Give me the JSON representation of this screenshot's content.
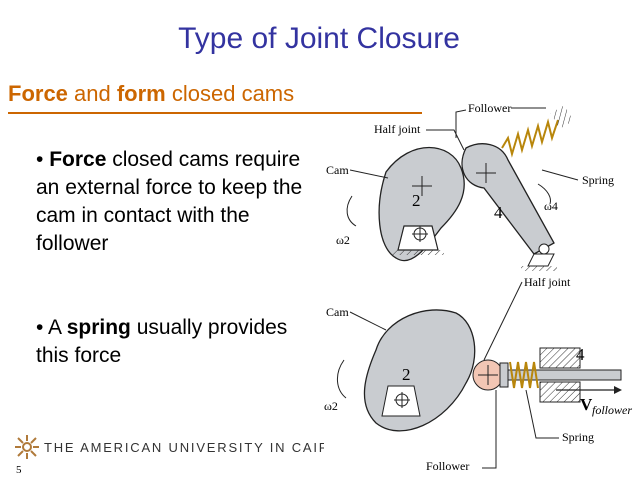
{
  "slide": {
    "title": "Type of Joint Closure",
    "subtitle_part1": "Force",
    "subtitle_part2": " and ",
    "subtitle_part3": "form",
    "subtitle_part4": " closed cams",
    "bullet1_prefix": "• ",
    "bullet1_bold": "Force",
    "bullet1_rest": " closed cams require an external force to keep the cam in contact with the follower",
    "bullet2_prefix": "• A ",
    "bullet2_bold": "spring",
    "bullet2_rest": " usually provides this force",
    "logo_text": "THE AMERICAN UNIVERSITY IN CAIRO",
    "slide_number": "5"
  },
  "figure_top": {
    "follower": "Follower",
    "half_joint": "Half joint",
    "cam": "Cam",
    "spring": "Spring",
    "link2": "2",
    "link4": "4",
    "omega2": "ω2",
    "omega4": "ω4"
  },
  "figure_bottom": {
    "cam": "Cam",
    "half_joint": "Half joint",
    "link2": "2",
    "link4": "4",
    "omega2": "ω2",
    "v_follower_v": "V",
    "v_follower_sub": "follower",
    "spring": "Spring",
    "follower": "Follower"
  },
  "colors": {
    "title": "#3333a0",
    "subtitle": "#cc6600",
    "part_fill": "#c9ccd0",
    "spring": "#b8860b",
    "roller": "#f2c6b4"
  }
}
